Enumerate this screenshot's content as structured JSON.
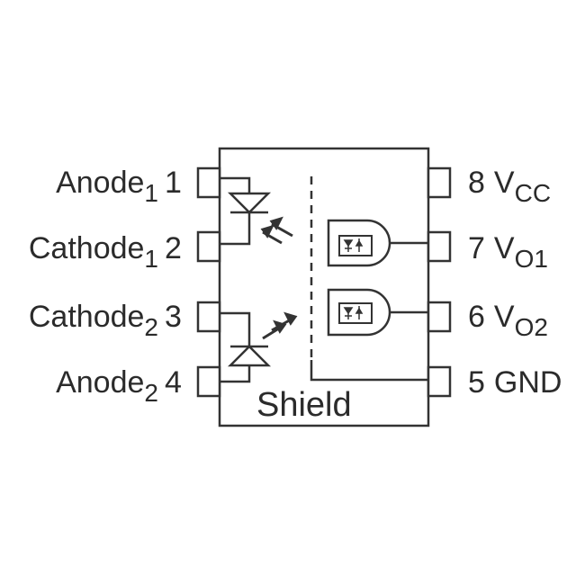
{
  "left_pins": [
    {
      "name": "Anode",
      "sub": "1",
      "num": "1"
    },
    {
      "name": "Cathode",
      "sub": "1",
      "num": "2"
    },
    {
      "name": "Cathode",
      "sub": "2",
      "num": "3"
    },
    {
      "name": "Anode",
      "sub": "2",
      "num": "4"
    }
  ],
  "right_pins": [
    {
      "num": "8",
      "name": "V",
      "sub": "CC"
    },
    {
      "num": "7",
      "name": "V",
      "sub": "O1"
    },
    {
      "num": "6",
      "name": "V",
      "sub": "O2"
    },
    {
      "num": "5",
      "name": "GND",
      "sub": ""
    }
  ],
  "shield_label": "Shield",
  "colors": {
    "line": "#333333",
    "text": "#2b2b2b"
  }
}
